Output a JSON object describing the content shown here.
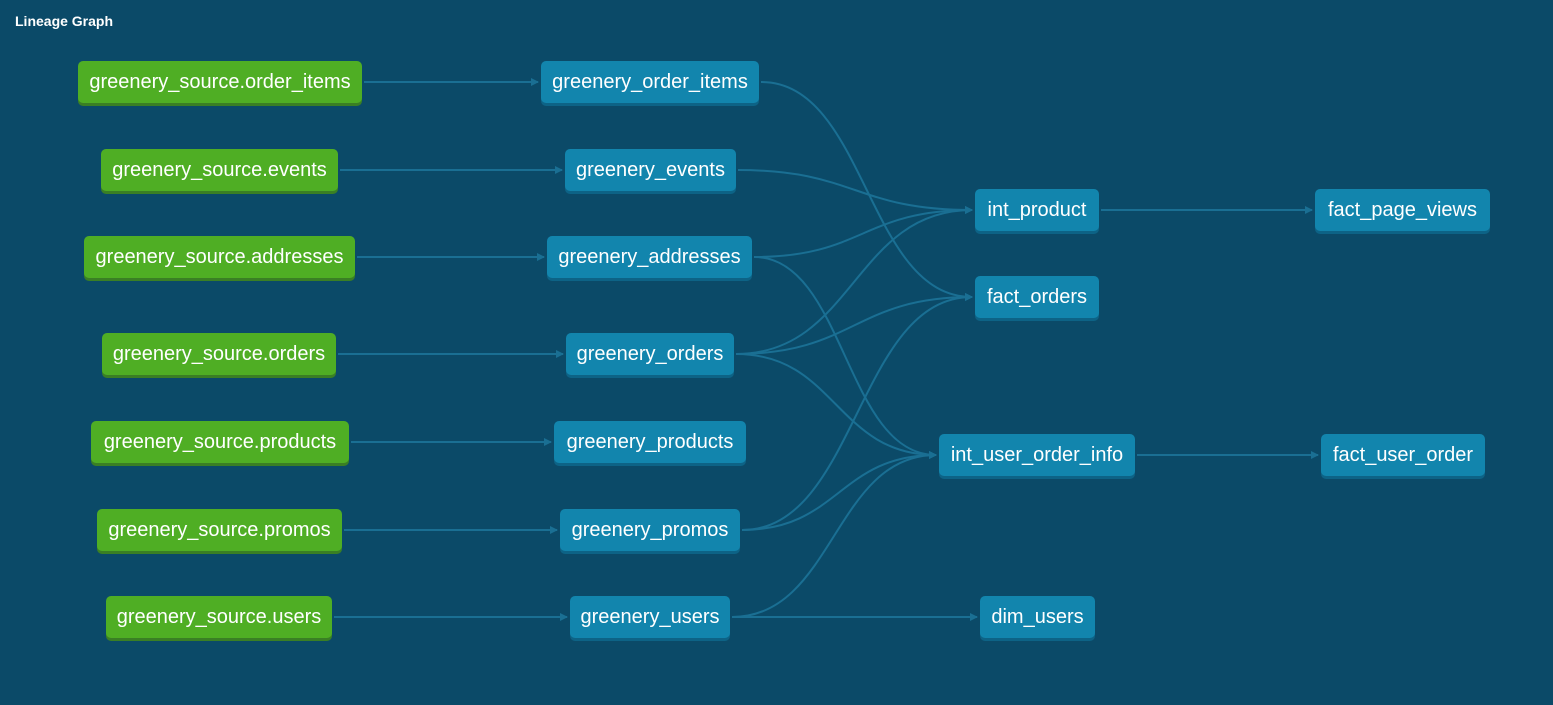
{
  "title": "Lineage Graph",
  "colors": {
    "background": "#0b4a68",
    "source_node": "#4fae24",
    "model_node": "#1285ad",
    "edge": "#1a6f93"
  },
  "nodes": {
    "src_order_items": "greenery_source.order_items",
    "src_events": "greenery_source.events",
    "src_addresses": "greenery_source.addresses",
    "src_orders": "greenery_source.orders",
    "src_products": "greenery_source.products",
    "src_promos": "greenery_source.promos",
    "src_users": "greenery_source.users",
    "stg_order_items": "greenery_order_items",
    "stg_events": "greenery_events",
    "stg_addresses": "greenery_addresses",
    "stg_orders": "greenery_orders",
    "stg_products": "greenery_products",
    "stg_promos": "greenery_promos",
    "stg_users": "greenery_users",
    "int_product": "int_product",
    "fact_orders": "fact_orders",
    "int_user_order_info": "int_user_order_info",
    "dim_users": "dim_users",
    "fact_page_views": "fact_page_views",
    "fact_user_order": "fact_user_order"
  },
  "edges": [
    [
      "src_order_items",
      "stg_order_items"
    ],
    [
      "src_events",
      "stg_events"
    ],
    [
      "src_addresses",
      "stg_addresses"
    ],
    [
      "src_orders",
      "stg_orders"
    ],
    [
      "src_products",
      "stg_products"
    ],
    [
      "src_promos",
      "stg_promos"
    ],
    [
      "src_users",
      "stg_users"
    ],
    [
      "stg_order_items",
      "fact_orders"
    ],
    [
      "stg_events",
      "int_product"
    ],
    [
      "stg_addresses",
      "int_product"
    ],
    [
      "stg_addresses",
      "int_user_order_info"
    ],
    [
      "stg_orders",
      "int_product"
    ],
    [
      "stg_orders",
      "fact_orders"
    ],
    [
      "stg_orders",
      "int_user_order_info"
    ],
    [
      "stg_promos",
      "fact_orders"
    ],
    [
      "stg_promos",
      "int_user_order_info"
    ],
    [
      "stg_users",
      "int_user_order_info"
    ],
    [
      "stg_users",
      "dim_users"
    ],
    [
      "int_product",
      "fact_page_views"
    ],
    [
      "int_user_order_info",
      "fact_user_order"
    ]
  ]
}
